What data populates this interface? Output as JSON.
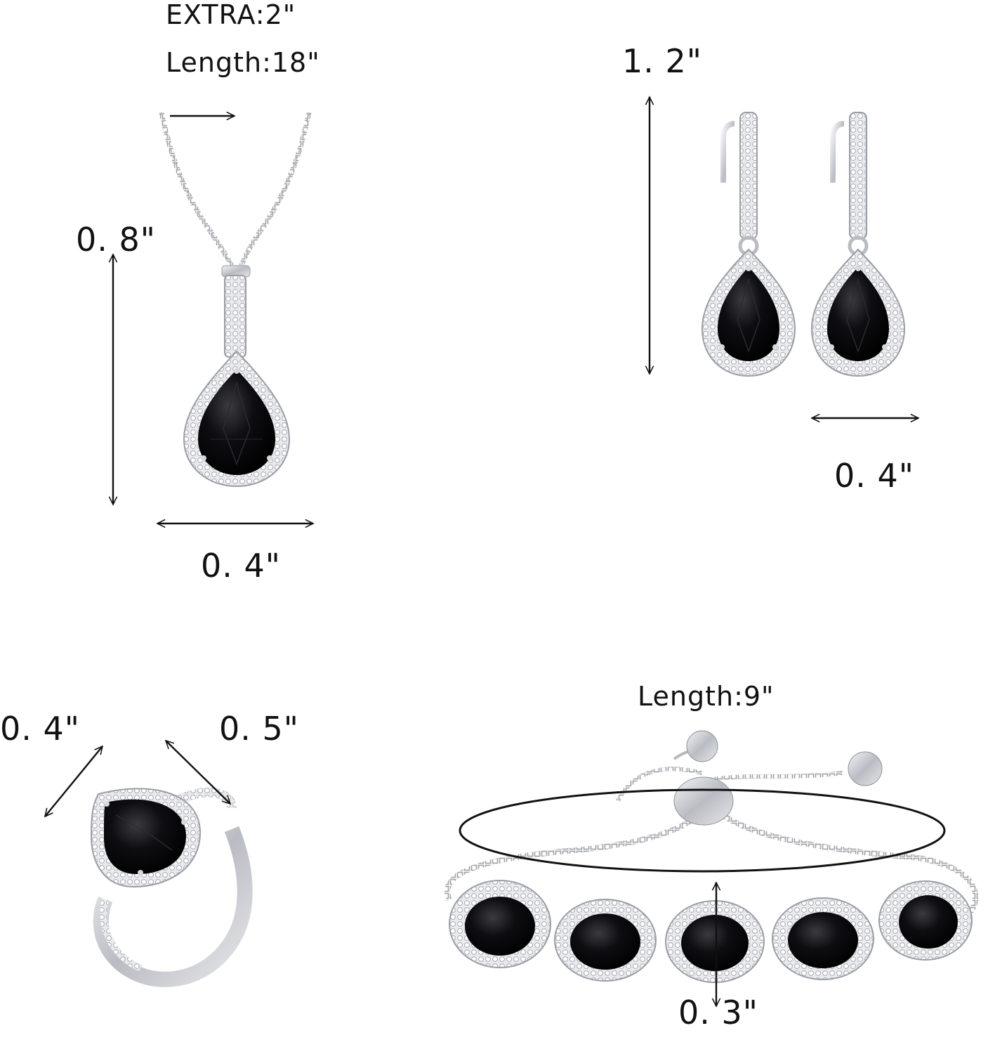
{
  "necklace": {
    "extra_label": "EXTRA:2\"",
    "length_label": "Length:18\"",
    "height_label": "0. 8\"",
    "width_label": "0. 4\""
  },
  "earrings": {
    "height_label": "1. 2\"",
    "width_label": "0. 4\""
  },
  "ring": {
    "width_label": "0. 4\"",
    "length_label": "0. 5\""
  },
  "bracelet": {
    "length_label": "Length:9\"",
    "width_label": "0. 3\""
  },
  "colors": {
    "stone": "#0b0b0d",
    "metal": "#c9cbcf",
    "arrow": "#111111"
  }
}
